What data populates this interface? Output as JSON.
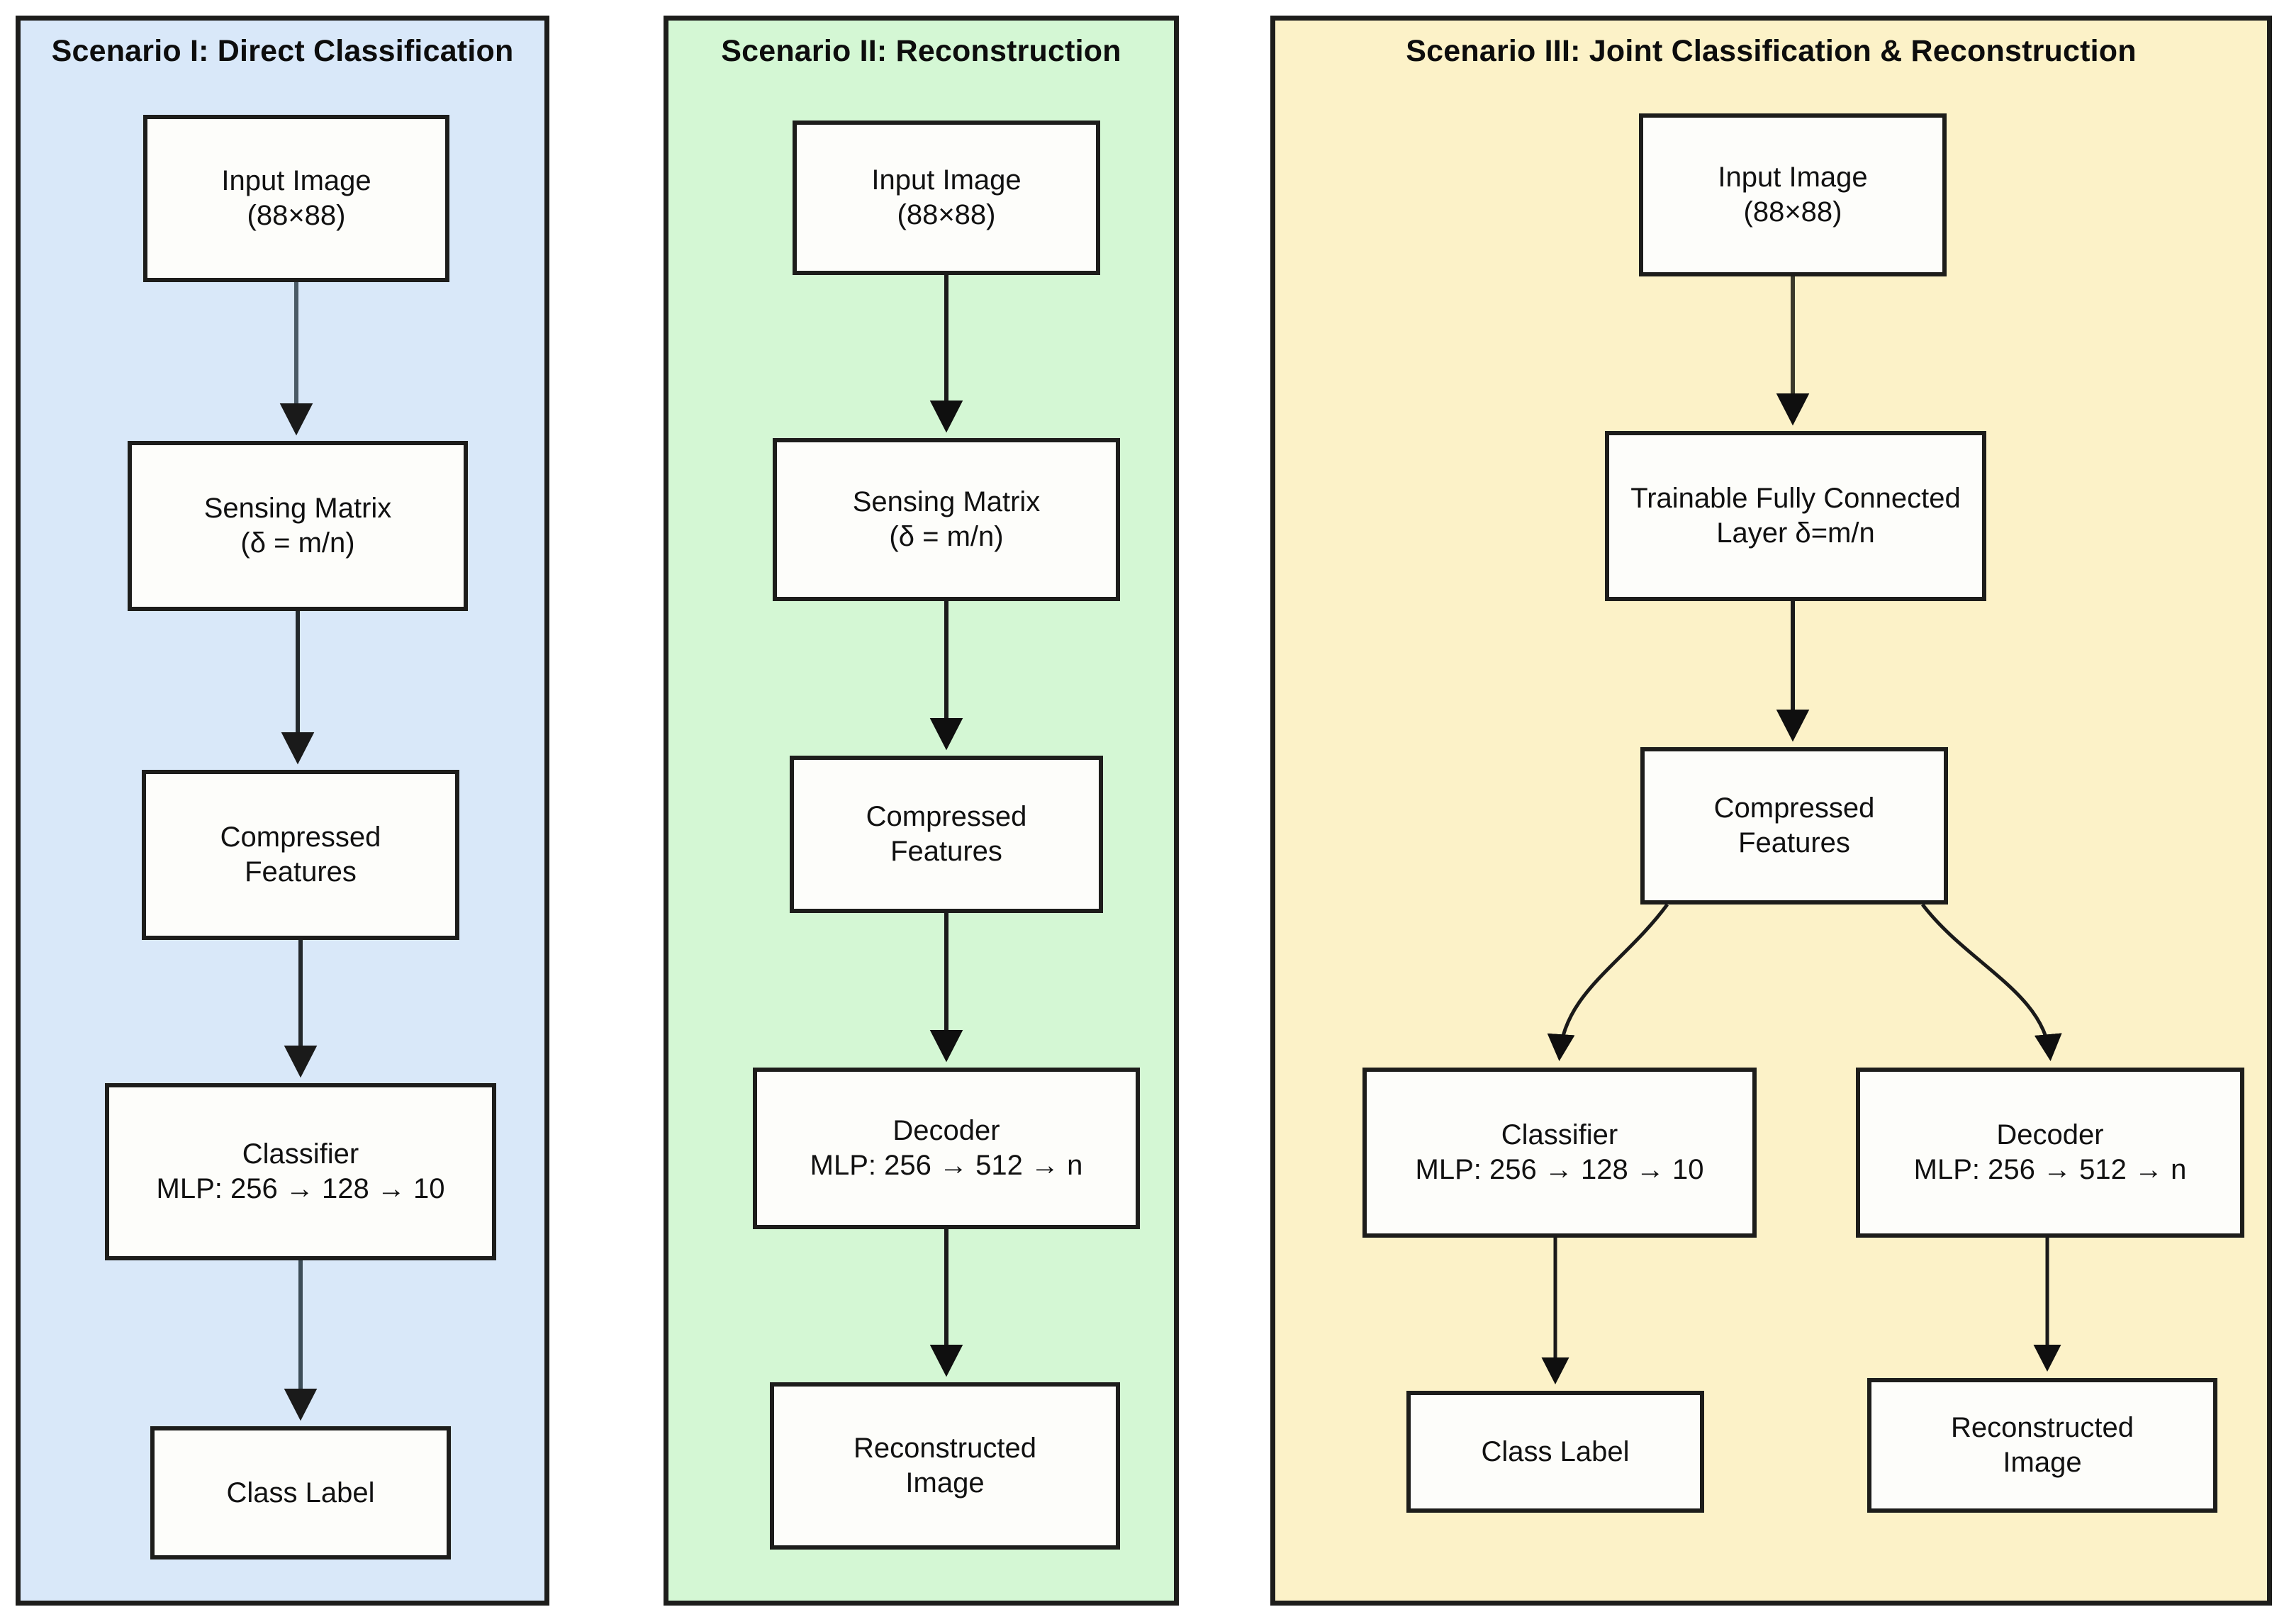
{
  "figure": {
    "type": "flowchart",
    "panels": [
      {
        "id": "scenario-1",
        "title": "Scenario I: Direct Classification",
        "fill": "#d9e8f9",
        "nodes": [
          {
            "id": "input-image",
            "line1": "Input Image",
            "line2": "(88×88)"
          },
          {
            "id": "sensing-matrix",
            "line1": "Sensing Matrix",
            "line2": "(δ = m/n)"
          },
          {
            "id": "compressed-features",
            "line1": "Compressed",
            "line2": "Features"
          },
          {
            "id": "classifier",
            "line1": "Classifier",
            "line2": "MLP: 256 → 128 → 10"
          },
          {
            "id": "class-label",
            "line1": "Class Label",
            "line2": ""
          }
        ],
        "edges": [
          {
            "from": "input-image",
            "to": "sensing-matrix"
          },
          {
            "from": "sensing-matrix",
            "to": "compressed-features"
          },
          {
            "from": "compressed-features",
            "to": "classifier"
          },
          {
            "from": "classifier",
            "to": "class-label"
          }
        ]
      },
      {
        "id": "scenario-2",
        "title": "Scenario II: Reconstruction",
        "fill": "#d4f7d4",
        "nodes": [
          {
            "id": "input-image",
            "line1": "Input Image",
            "line2": "(88×88)"
          },
          {
            "id": "sensing-matrix",
            "line1": "Sensing Matrix",
            "line2": "(δ = m/n)"
          },
          {
            "id": "compressed-features",
            "line1": "Compressed",
            "line2": "Features"
          },
          {
            "id": "decoder",
            "line1": "Decoder",
            "line2": "MLP: 256 → 512 → n"
          },
          {
            "id": "reconstructed-image",
            "line1": "Reconstructed",
            "line2": "Image"
          }
        ],
        "edges": [
          {
            "from": "input-image",
            "to": "sensing-matrix"
          },
          {
            "from": "sensing-matrix",
            "to": "compressed-features"
          },
          {
            "from": "compressed-features",
            "to": "decoder"
          },
          {
            "from": "decoder",
            "to": "reconstructed-image"
          }
        ]
      },
      {
        "id": "scenario-3",
        "title": "Scenario III: Joint Classification & Reconstruction",
        "fill": "#fcf2c8",
        "nodes": [
          {
            "id": "input-image",
            "line1": "Input Image",
            "line2": "(88×88)"
          },
          {
            "id": "trainable-fc-layer",
            "line1": "Trainable Fully Connected",
            "line2": "Layer δ=m/n"
          },
          {
            "id": "compressed-features",
            "line1": "Compressed",
            "line2": "Features"
          },
          {
            "id": "classifier",
            "line1": "Classifier",
            "line2": "MLP: 256 → 128 → 10"
          },
          {
            "id": "decoder",
            "line1": "Decoder",
            "line2": "MLP: 256 → 512 → n"
          },
          {
            "id": "class-label",
            "line1": "Class Label",
            "line2": ""
          },
          {
            "id": "reconstructed-image",
            "line1": "Reconstructed",
            "line2": "Image"
          }
        ],
        "edges": [
          {
            "from": "input-image",
            "to": "trainable-fc-layer"
          },
          {
            "from": "trainable-fc-layer",
            "to": "compressed-features"
          },
          {
            "from": "compressed-features",
            "to": "classifier"
          },
          {
            "from": "compressed-features",
            "to": "decoder"
          },
          {
            "from": "classifier",
            "to": "class-label"
          },
          {
            "from": "decoder",
            "to": "reconstructed-image"
          }
        ]
      }
    ],
    "colors": {
      "border": "#1d1d1b",
      "node_fill": "#fdfdfa",
      "edge": "#1a1a1a",
      "text": "#111111"
    }
  }
}
